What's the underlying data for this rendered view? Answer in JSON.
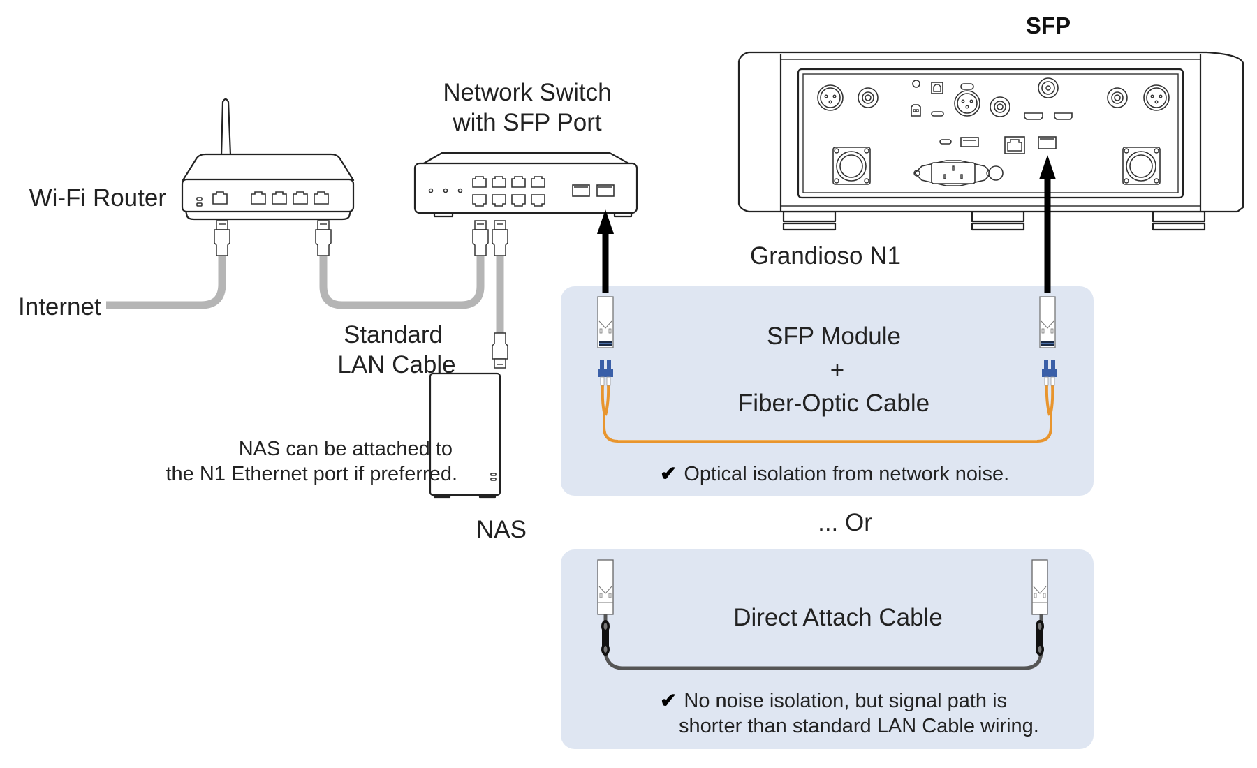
{
  "diagram": {
    "title_sfp": "SFP",
    "labels": {
      "wifi_router": "Wi-Fi Router",
      "internet": "Internet",
      "switch_line1": "Network Switch",
      "switch_line2": "with SFP Port",
      "lan_line1": "Standard",
      "lan_line2": "LAN Cable",
      "nas": "NAS",
      "nas_note_line1": "NAS can be attached to",
      "nas_note_line2": "the N1 Ethernet port if preferred.",
      "device_name": "Grandioso N1",
      "or": "... Or"
    },
    "option_fiber": {
      "line1": "SFP Module",
      "line2": "+",
      "line3": "Fiber-Optic Cable",
      "check_icon": "✔",
      "caption": "Optical isolation from network noise."
    },
    "option_dac": {
      "title": "Direct Attach Cable",
      "check_icon": "✔",
      "caption_line1": "No noise isolation, but signal path is",
      "caption_line2": "shorter than standard LAN Cable wiring."
    },
    "colors": {
      "panel_bg": "#dfe6f2",
      "lan_cable": "#b5b5b5",
      "fiber_cable": "#e8952e",
      "lc_connector": "#3a5fa8",
      "dac_cable": "#555555",
      "arrow": "#000000"
    }
  }
}
